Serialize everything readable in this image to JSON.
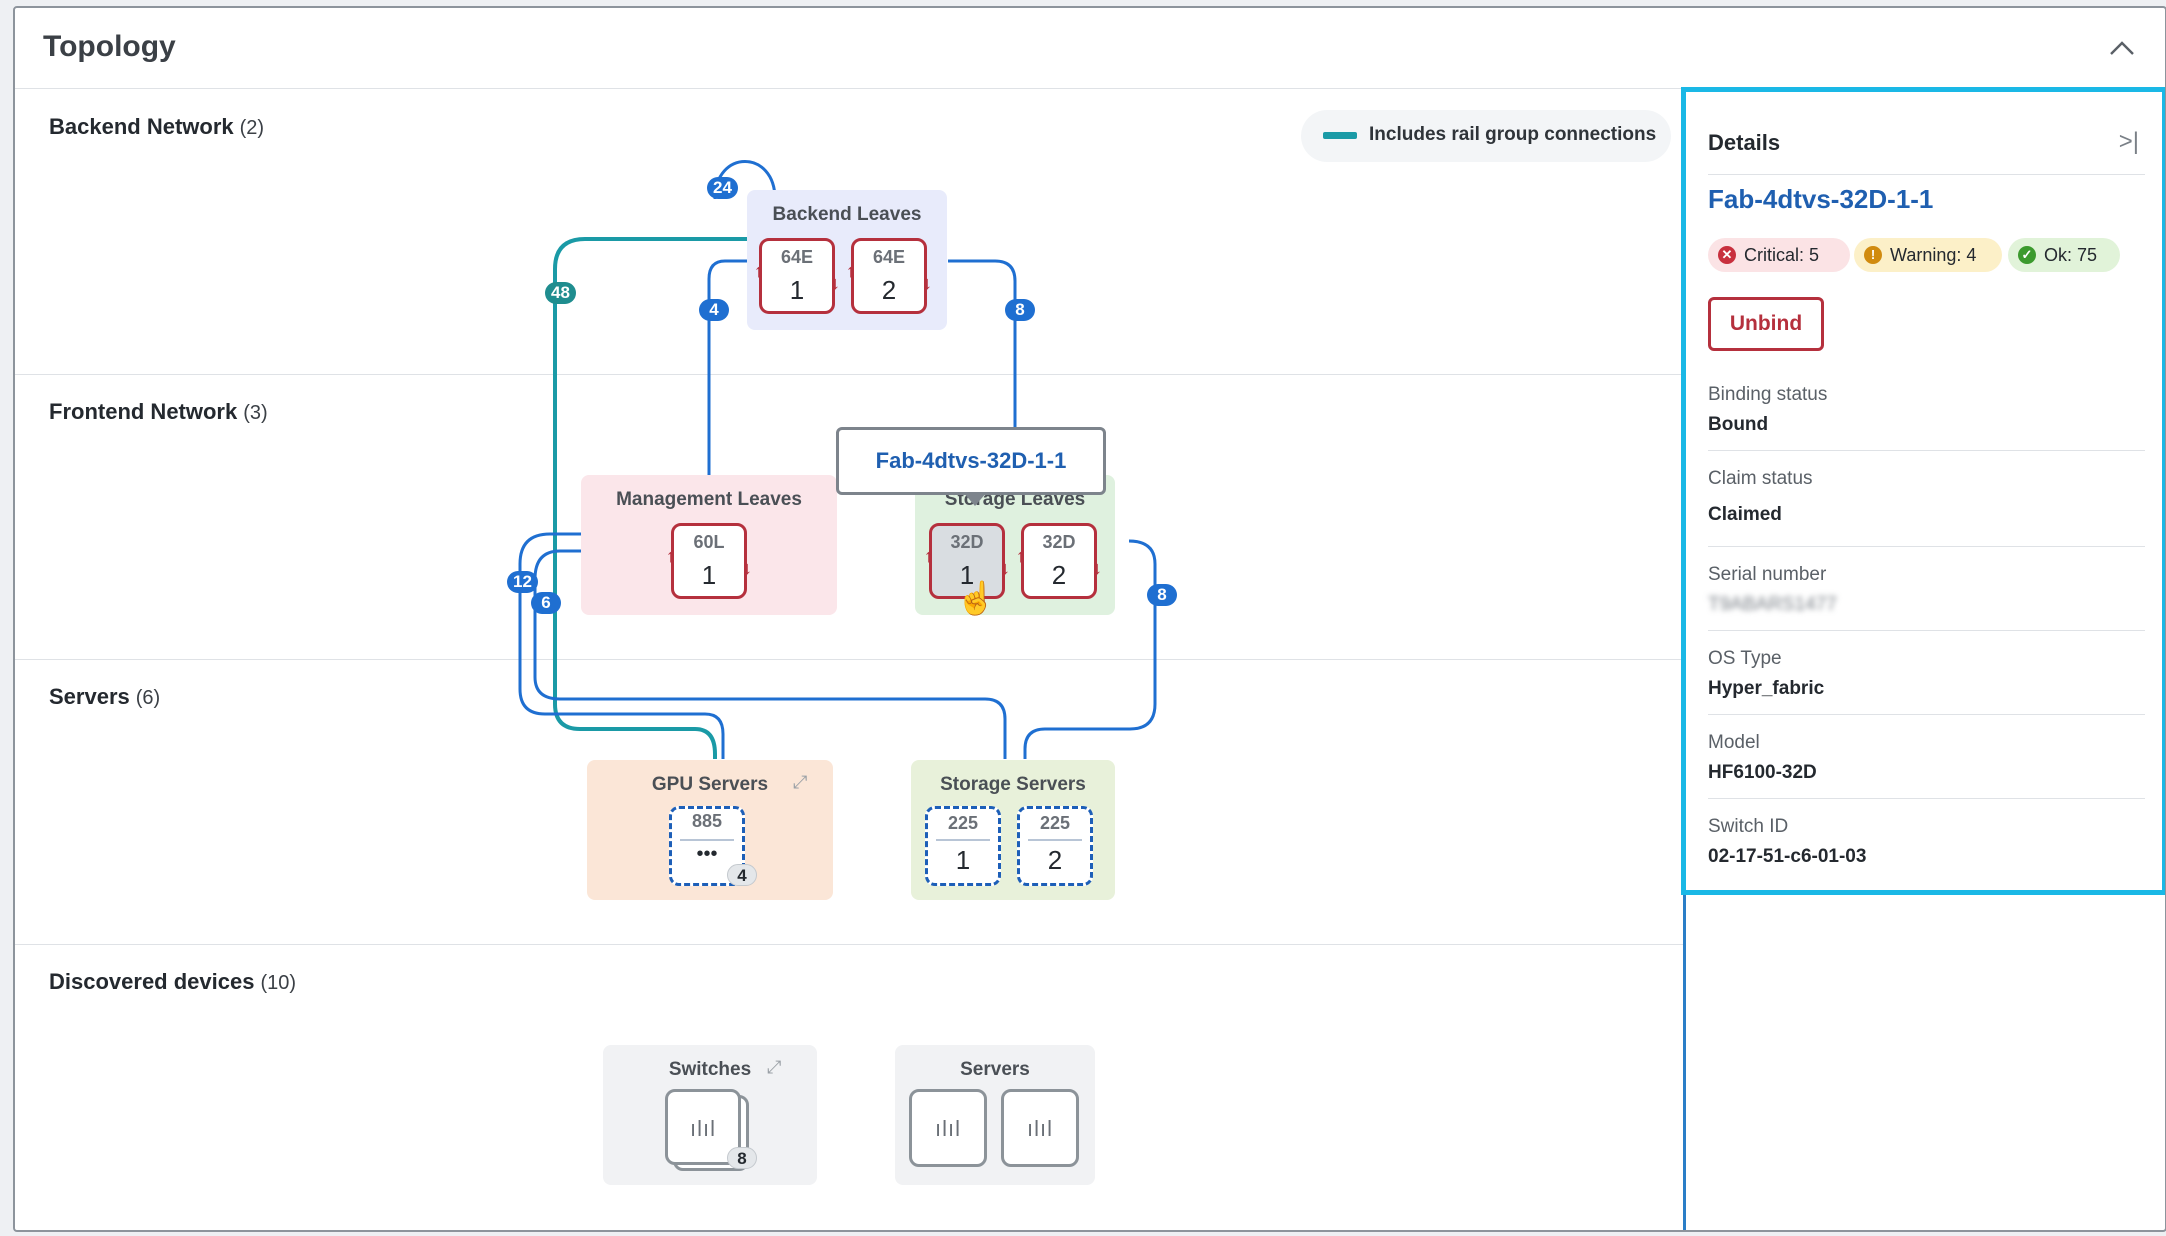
{
  "panel": {
    "title": "Topology"
  },
  "legend": {
    "label": "Includes rail group connections",
    "color": "#1a9aa6"
  },
  "sections": [
    {
      "label": "Backend Network",
      "count": "(2)"
    },
    {
      "label": "Frontend Network",
      "count": "(3)"
    },
    {
      "label": "Servers",
      "count": "(6)"
    },
    {
      "label": "Discovered devices",
      "count": "(10)"
    }
  ],
  "groups": {
    "backend_leaves": {
      "label": "Backend Leaves",
      "nodes": [
        {
          "type": "64E",
          "num": "1"
        },
        {
          "type": "64E",
          "num": "2"
        }
      ]
    },
    "management_leaves": {
      "label": "Management Leaves",
      "nodes": [
        {
          "type": "60L",
          "num": "1"
        }
      ]
    },
    "storage_leaves": {
      "label": "Storage Leaves",
      "nodes": [
        {
          "type": "32D",
          "num": "1"
        },
        {
          "type": "32D",
          "num": "2"
        }
      ]
    },
    "gpu_servers": {
      "label": "GPU Servers",
      "node": {
        "type": "885",
        "more": "•••",
        "badge": "4"
      }
    },
    "storage_servers": {
      "label": "Storage Servers",
      "nodes": [
        {
          "type": "225",
          "num": "1"
        },
        {
          "type": "225",
          "num": "2"
        }
      ]
    },
    "switches": {
      "label": "Switches",
      "badge": "8"
    },
    "servers_discovered": {
      "label": "Servers"
    }
  },
  "links": {
    "loop": "24",
    "rail": "48",
    "bl_left": "4",
    "bl_right": "8",
    "mgmt_a": "12",
    "mgmt_b": "6",
    "storage": "8"
  },
  "tooltip": {
    "text": "Fab-4dtvs-32D-1-1"
  },
  "details": {
    "title": "Details",
    "device_name": "Fab-4dtvs-32D-1-1",
    "critical": "Critical: 5",
    "warning": "Warning: 4",
    "ok": "Ok: 75",
    "unbind_label": "Unbind",
    "fields": [
      {
        "label": "Binding status",
        "value": "Bound"
      },
      {
        "label": "Claim status",
        "value": "Claimed"
      },
      {
        "label": "Serial number",
        "value": "T9ABARS1477"
      },
      {
        "label": "OS Type",
        "value": "Hyper_fabric"
      },
      {
        "label": "Model",
        "value": "HF6100-32D"
      },
      {
        "label": "Switch ID",
        "value": "02-17-51-c6-01-03"
      }
    ]
  },
  "colors": {
    "link_blue": "#1f6fd1",
    "rail_teal": "#1a9aa6",
    "critical": "#b5303d",
    "highlight": "#1ab8e6"
  }
}
